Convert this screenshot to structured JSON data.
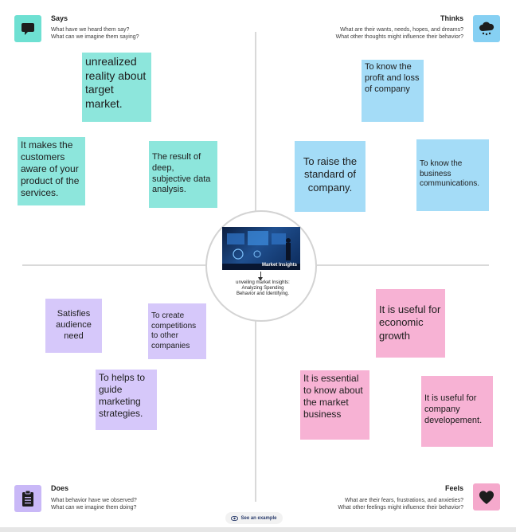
{
  "quadrants": {
    "says": {
      "title": "Says",
      "line1": "What have we heard them say?",
      "line2": "What can we imagine them saying?",
      "icon": "speech-bubble-icon",
      "color": "#6ee0d2"
    },
    "thinks": {
      "title": "Thinks",
      "line1": "What are their wants, needs, hopes, and dreams?",
      "line2": "What other thoughts might influence their behavior?",
      "icon": "thought-cloud-icon",
      "color": "#86d0f3"
    },
    "does": {
      "title": "Does",
      "line1": "What behavior have we observed?",
      "line2": "What can we imagine them doing?",
      "icon": "clipboard-icon",
      "color": "#c9b8f7"
    },
    "feels": {
      "title": "Feels",
      "line1": "What are their fears, frustrations, and anxieties?",
      "line2": "What other feelings might influence their behavior?",
      "icon": "heart-icon",
      "color": "#f5a9cc"
    }
  },
  "notes": {
    "says": [
      "unrealized reality about  target market.",
      "It makes the customers aware of your product of the services.",
      "The result of deep, subjective data analysis."
    ],
    "thinks": [
      "To know the profit and loss of company",
      "To raise the standard of company.",
      "To know the business communications."
    ],
    "does": [
      "Satisfies audience need",
      "To create competitions to other companies",
      "To helps to guide marketing strategies."
    ],
    "feels": [
      "It is useful for economic growth",
      "It is essential to know about the market business",
      "It is useful for company developement."
    ]
  },
  "center": {
    "image_label": "Market Insights",
    "caption": "unveiling market Insights: Analyzing Spending Behavior and Identifying."
  },
  "see_example": "See an example"
}
